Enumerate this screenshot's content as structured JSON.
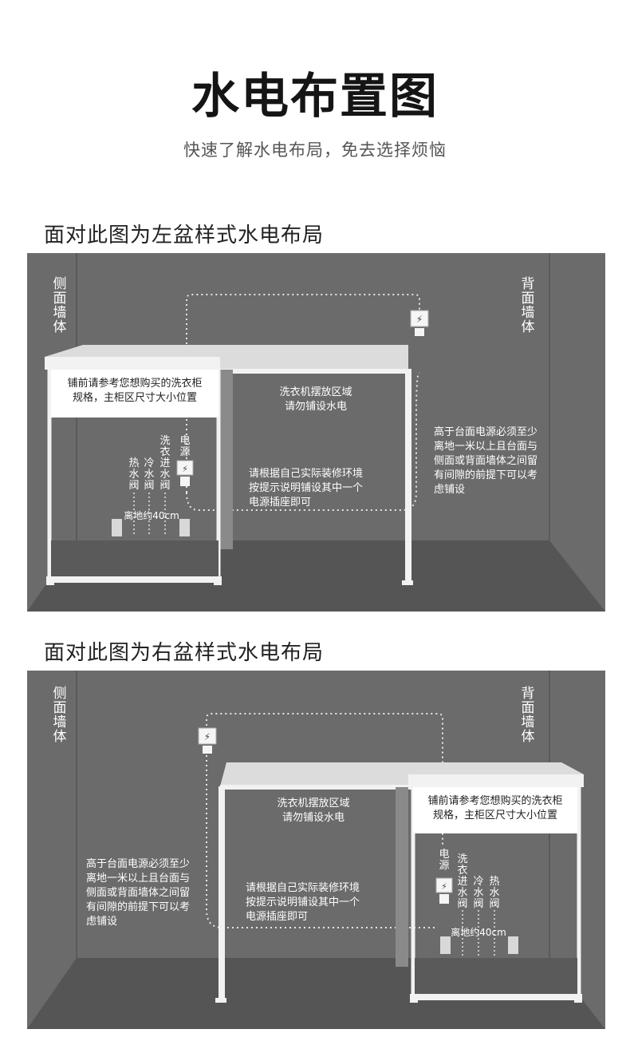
{
  "header": {
    "title": "水电布置图",
    "subtitle": "快速了解水电布局，免去选择烦恼"
  },
  "left_layout": {
    "heading": "面对此图为左盆样式水电布局",
    "side_wall": [
      "侧",
      "面",
      "墙",
      "体"
    ],
    "back_wall": [
      "背",
      "面",
      "墙",
      "体"
    ],
    "cabinet_note": [
      "铺前请参考您想购买的洗衣柜",
      "规格，主柜区尺寸大小位置"
    ],
    "washer_area": [
      "洗衣机摆放区域",
      "请勿铺设水电"
    ],
    "power_note": [
      "高于台面电源必须至少",
      "离地一米以上且台面与",
      "侧面或背面墙体之间留",
      "有间隙的前提下可以考",
      "虑铺设"
    ],
    "socket_note": [
      "请根据自己实际装修环境",
      "按提示说明铺设其中一个",
      "电源插座即可"
    ],
    "valve_hot": [
      "热",
      "水",
      "阀"
    ],
    "valve_cold": [
      "冷",
      "水",
      "阀"
    ],
    "valve_washer": [
      "洗",
      "衣",
      "进",
      "水",
      "阀"
    ],
    "power_label": [
      "电",
      "源"
    ],
    "height_note": "离地约40cm"
  },
  "right_layout": {
    "heading": "面对此图为右盆样式水电布局",
    "side_wall": [
      "侧",
      "面",
      "墙",
      "体"
    ],
    "back_wall": [
      "背",
      "面",
      "墙",
      "体"
    ],
    "cabinet_note": [
      "铺前请参考您想购买的洗衣柜",
      "规格，主柜区尺寸大小位置"
    ],
    "washer_area": [
      "洗衣机摆放区域",
      "请勿铺设水电"
    ],
    "power_note": [
      "高于台面电源必须至少",
      "离地一米以上且台面与",
      "侧面或背面墙体之间留",
      "有间隙的前提下可以考",
      "虑铺设"
    ],
    "socket_note": [
      "请根据自己实际装修环境",
      "按提示说明铺设其中一个",
      "电源插座即可"
    ],
    "valve_hot": [
      "热",
      "水",
      "阀"
    ],
    "valve_cold": [
      "冷",
      "水",
      "阀"
    ],
    "valve_washer": [
      "洗",
      "衣",
      "进",
      "水",
      "阀"
    ],
    "power_label": [
      "电",
      "源"
    ],
    "height_note": "离地约40cm"
  },
  "colors": {
    "wall": "#6b6b6b",
    "floor": "#555555",
    "counter": "#dcdcdc",
    "frame": "#f2f2f2",
    "text_light": "#ffffff",
    "text_dark": "#222222"
  }
}
